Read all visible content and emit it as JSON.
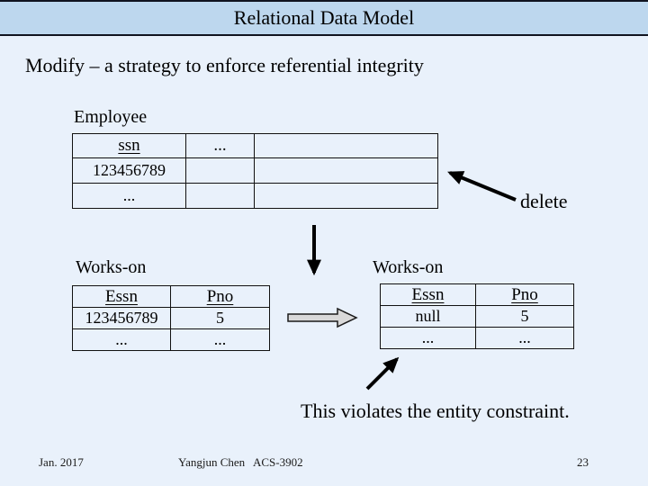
{
  "slide": {
    "title": "Relational Data Model",
    "subtitle": "Modify – a strategy to enforce referential integrity",
    "delete_label": "delete",
    "violation_note": "This violates the entity constraint.",
    "footer": {
      "date": "Jan. 2017",
      "author": "Yangjun Chen",
      "course": "ACS-3902",
      "page": "23"
    }
  },
  "employee": {
    "title": "Employee",
    "headers": [
      "ssn",
      "...",
      ""
    ],
    "rows": [
      [
        "123456789",
        "",
        ""
      ],
      [
        "...",
        "",
        ""
      ]
    ]
  },
  "works_on_before": {
    "title": "Works-on",
    "headers": [
      "Essn",
      "Pno"
    ],
    "rows": [
      [
        "123456789",
        "5"
      ],
      [
        "...",
        "..."
      ]
    ]
  },
  "works_on_after": {
    "title": "Works-on",
    "headers": [
      "Essn",
      "Pno"
    ],
    "rows": [
      [
        "null",
        "5"
      ],
      [
        "...",
        "..."
      ]
    ]
  },
  "colors": {
    "title_bar": "#bdd7ee",
    "background": "#e9f1fb",
    "line": "#000000",
    "block_arrow_fill": "#d9d9d9"
  }
}
